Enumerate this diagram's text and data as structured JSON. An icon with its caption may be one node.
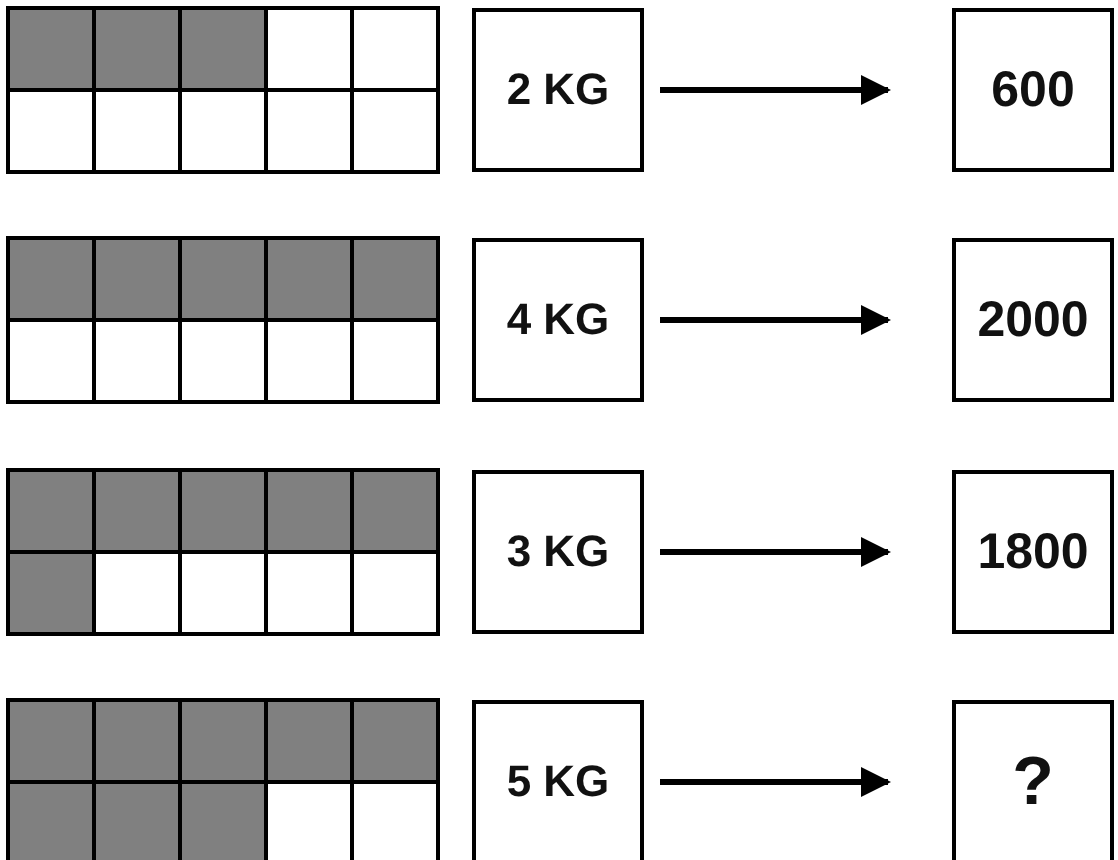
{
  "diagram": {
    "nodes": [
      {
        "text": [
          "2 KG"
        ]
      },
      {
        "text": [
          "600"
        ]
      },
      {
        "text": [
          "4 KG"
        ]
      },
      {
        "text": [
          "2000"
        ]
      },
      {
        "text": [
          "3 KG"
        ]
      },
      {
        "text": [
          "1800"
        ]
      },
      {
        "text": [
          "5 KG"
        ]
      },
      {
        "text": [
          "?"
        ]
      }
    ],
    "edges": [
      {
        "from": 0,
        "to": 1,
        "arrow": "to"
      },
      {
        "from": 2,
        "to": 3,
        "arrow": "to"
      },
      {
        "from": 4,
        "to": 5,
        "arrow": "to"
      },
      {
        "from": 6,
        "to": 7,
        "arrow": "to"
      }
    ]
  }
}
